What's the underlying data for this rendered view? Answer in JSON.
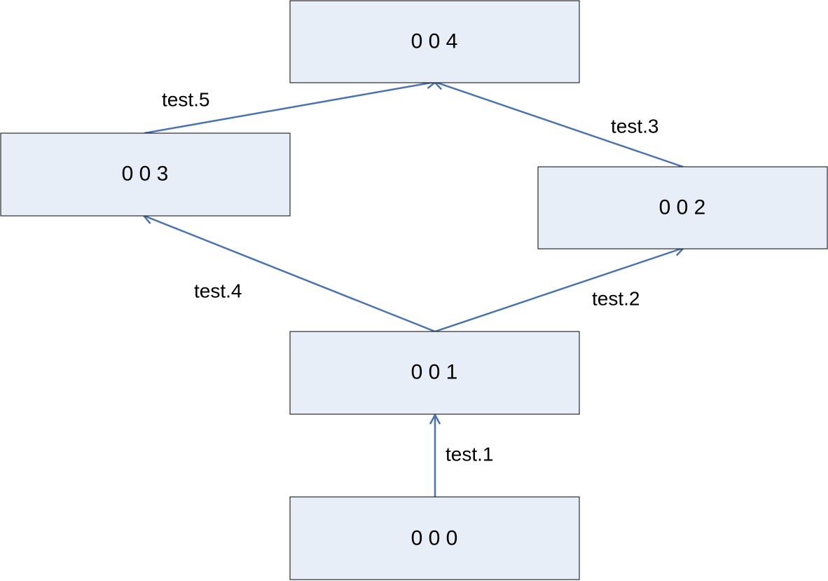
{
  "colors": {
    "node_fill": "#e8eef8",
    "node_stroke": "#000000",
    "edge_color": "#4a73b0"
  },
  "nodes": [
    {
      "id": "n000",
      "label": "0 0 0"
    },
    {
      "id": "n001",
      "label": "0 0 1"
    },
    {
      "id": "n002",
      "label": "0 0 2"
    },
    {
      "id": "n003",
      "label": "0 0 3"
    },
    {
      "id": "n004",
      "label": "0 0 4"
    }
  ],
  "edges": [
    {
      "id": "e1",
      "from": "n000",
      "to": "n001",
      "label": "test.1"
    },
    {
      "id": "e2",
      "from": "n001",
      "to": "n002",
      "label": "test.2"
    },
    {
      "id": "e3",
      "from": "n002",
      "to": "n004",
      "label": "test.3"
    },
    {
      "id": "e4",
      "from": "n001",
      "to": "n003",
      "label": "test.4"
    },
    {
      "id": "e5",
      "from": "n003",
      "to": "n004",
      "label": "test.5"
    }
  ]
}
